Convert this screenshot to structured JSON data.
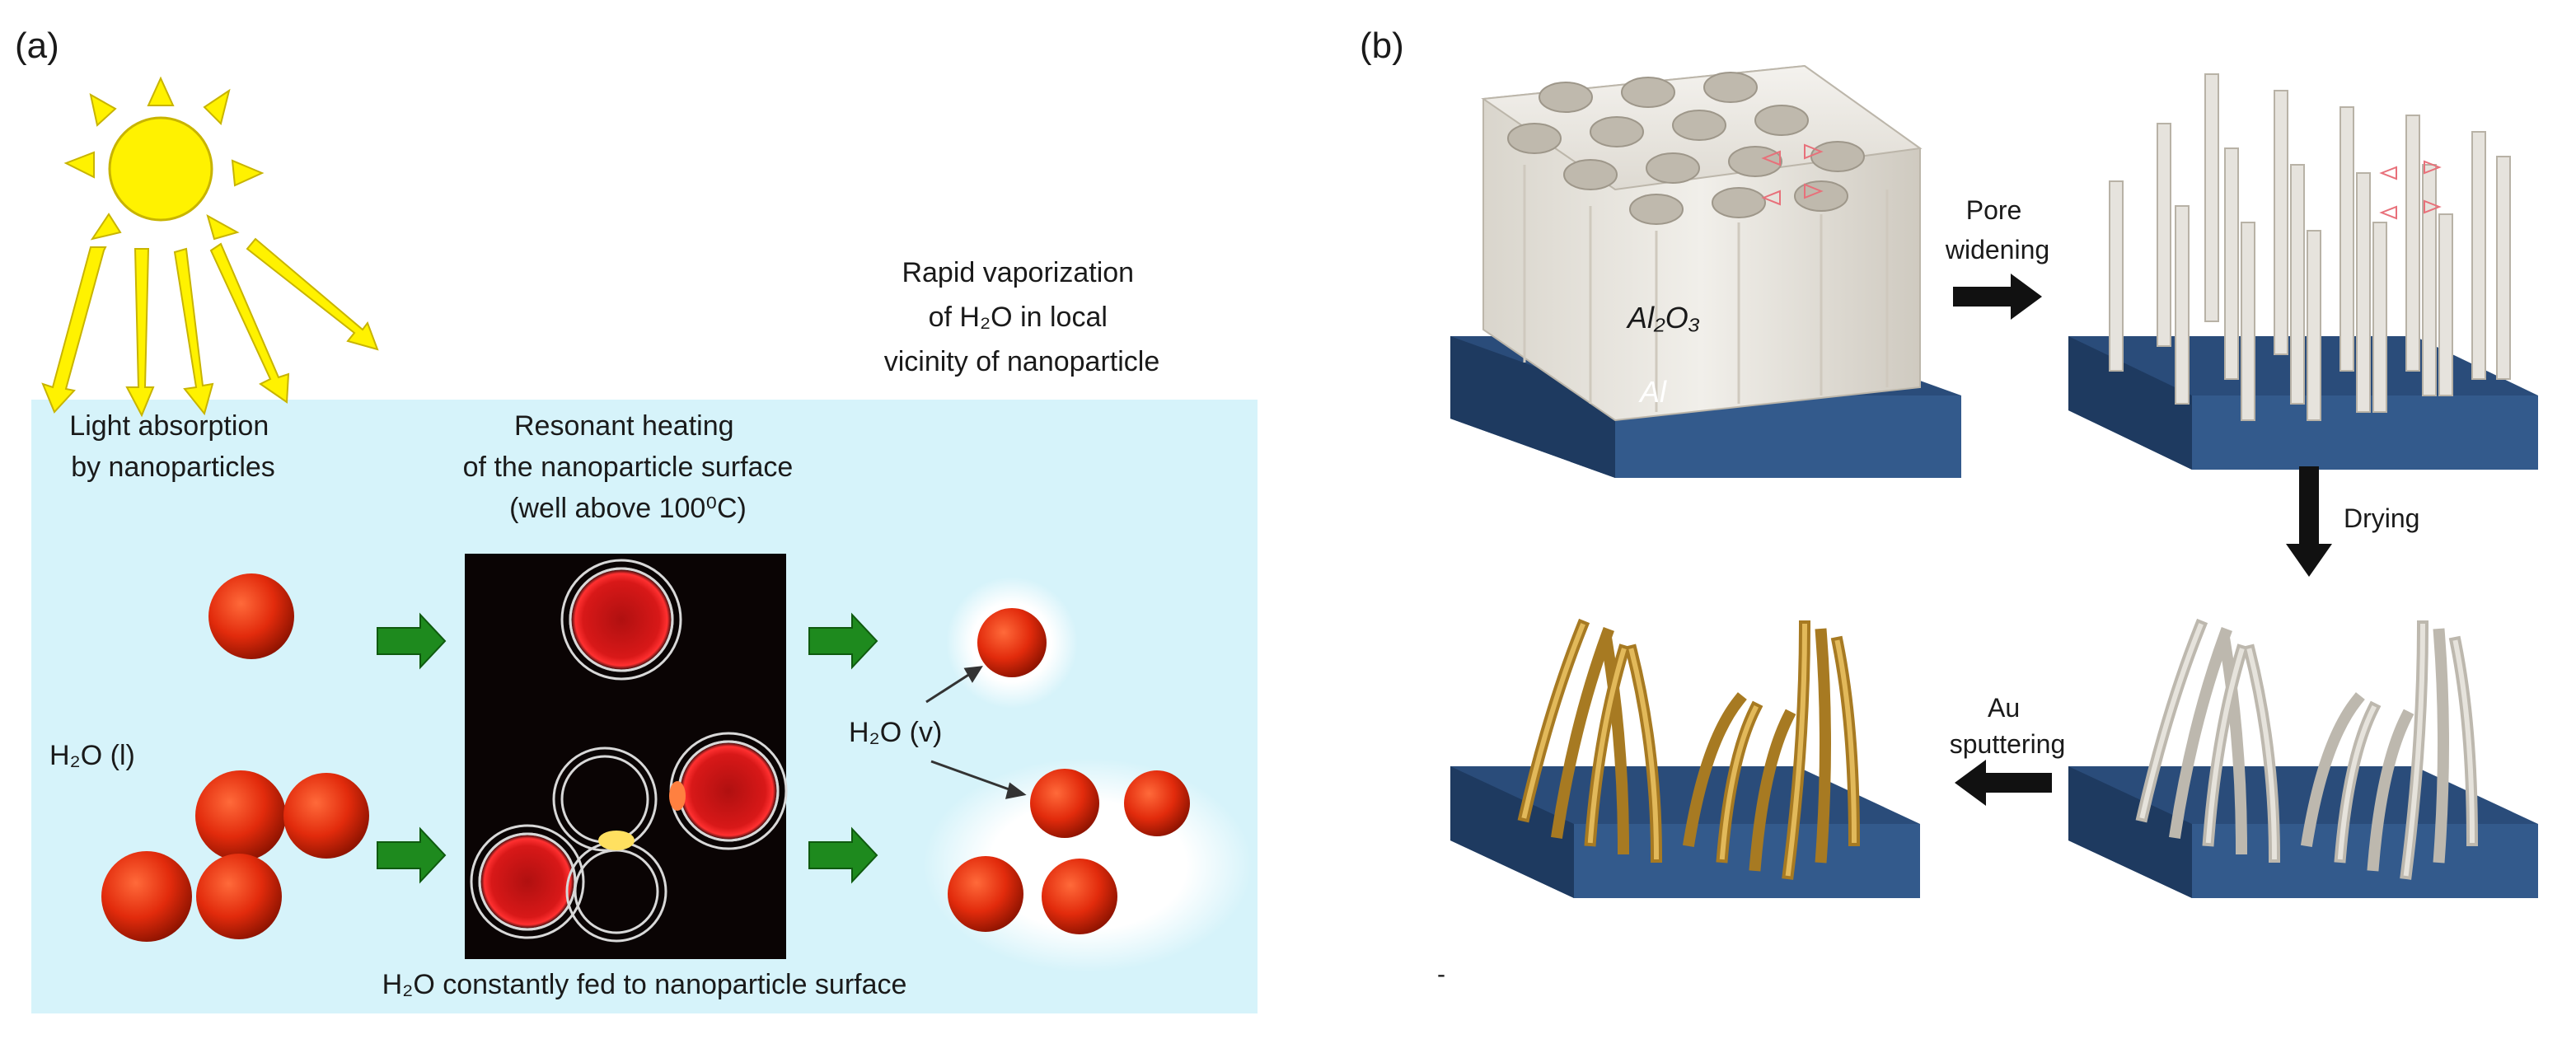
{
  "colors": {
    "panel_bg": "#d6f3fa",
    "sun": "#fff200",
    "sun_stroke": "#c8b400",
    "particle": "#e22b0c",
    "green_arrow": "#1e8a1e",
    "substrate": "#2a4c7a",
    "alumina": "#ebe8e2",
    "gold": "#c89a3a"
  },
  "panel_a": {
    "label": "(a)",
    "light_absorption": [
      "Light absorption",
      "by nanoparticles"
    ],
    "resonant_heating": [
      "Resonant heating",
      "of the nanoparticle surface"
    ],
    "temperature_note": "(well above 100⁰C)",
    "rapid_vaporization": [
      "Rapid vaporization",
      "of H₂O in local",
      "vicinity of nanoparticle"
    ],
    "h2o_liquid": "H₂O (l)",
    "h2o_vapor": "H₂O (v)",
    "bottom_caption": "H₂O constantly fed to nanoparticle surface"
  },
  "panel_b": {
    "label": "(b)",
    "alumina_label": "Al₂O₃",
    "al_label": "Al",
    "pore_widening": [
      "Pore",
      "widening"
    ],
    "drying": "Drying",
    "au_sputtering": [
      "Au",
      "sputtering"
    ],
    "footnote_mark": "-"
  }
}
